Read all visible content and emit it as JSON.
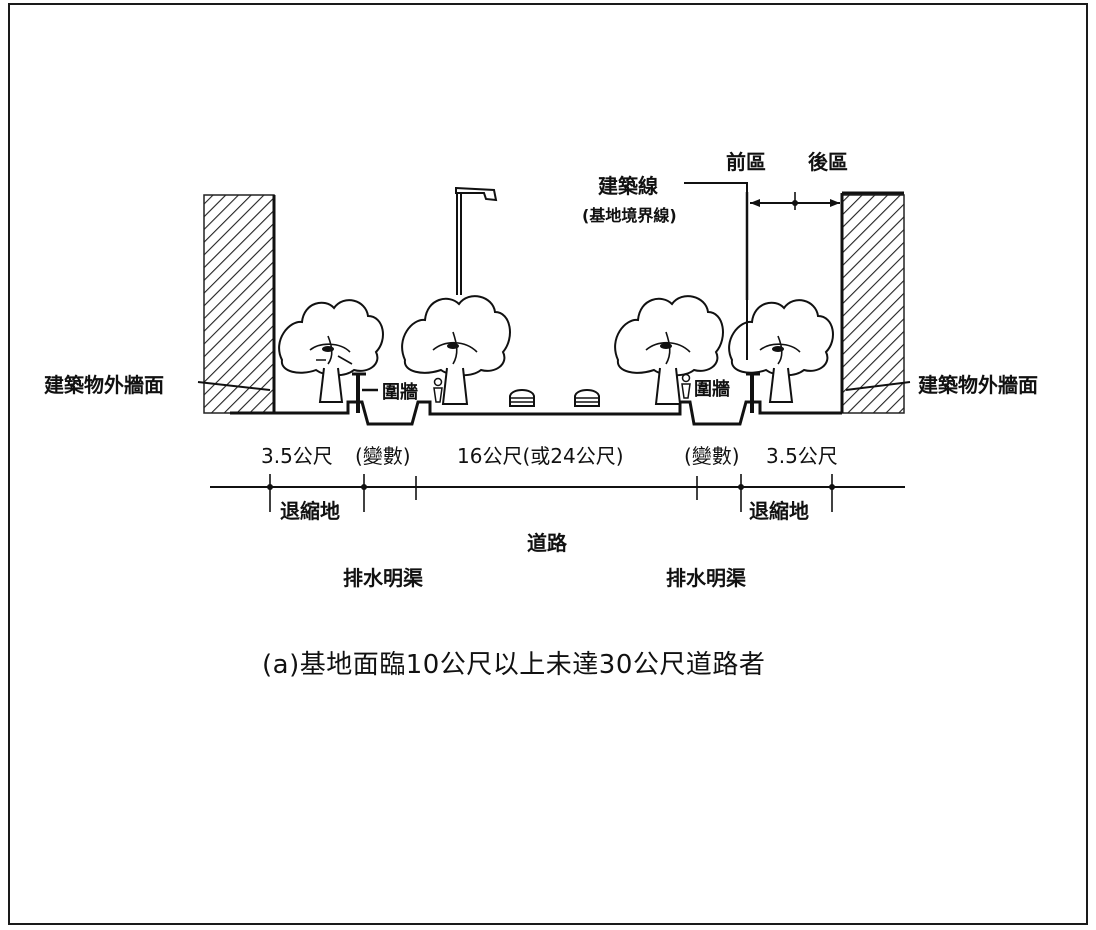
{
  "labels": {
    "front_zone": "前區",
    "rear_zone": "後區",
    "building_line": "建築線",
    "site_boundary": "(基地境界線)",
    "wall_left": "建築物外牆面",
    "wall_right": "建築物外牆面",
    "fence_left": "圍牆",
    "fence_right": "圍牆",
    "dim_left_setback": "3.5公尺",
    "dim_left_variable": "(變數)",
    "dim_road": "16公尺(或24公尺)",
    "dim_right_variable": "(變數)",
    "dim_right_setback": "3.5公尺",
    "setback_left": "退縮地",
    "setback_right": "退縮地",
    "road": "道路",
    "ditch_left": "排水明渠",
    "ditch_right": "排水明渠"
  },
  "caption": "(a)基地面臨10公尺以上未達30公尺道路者"
}
